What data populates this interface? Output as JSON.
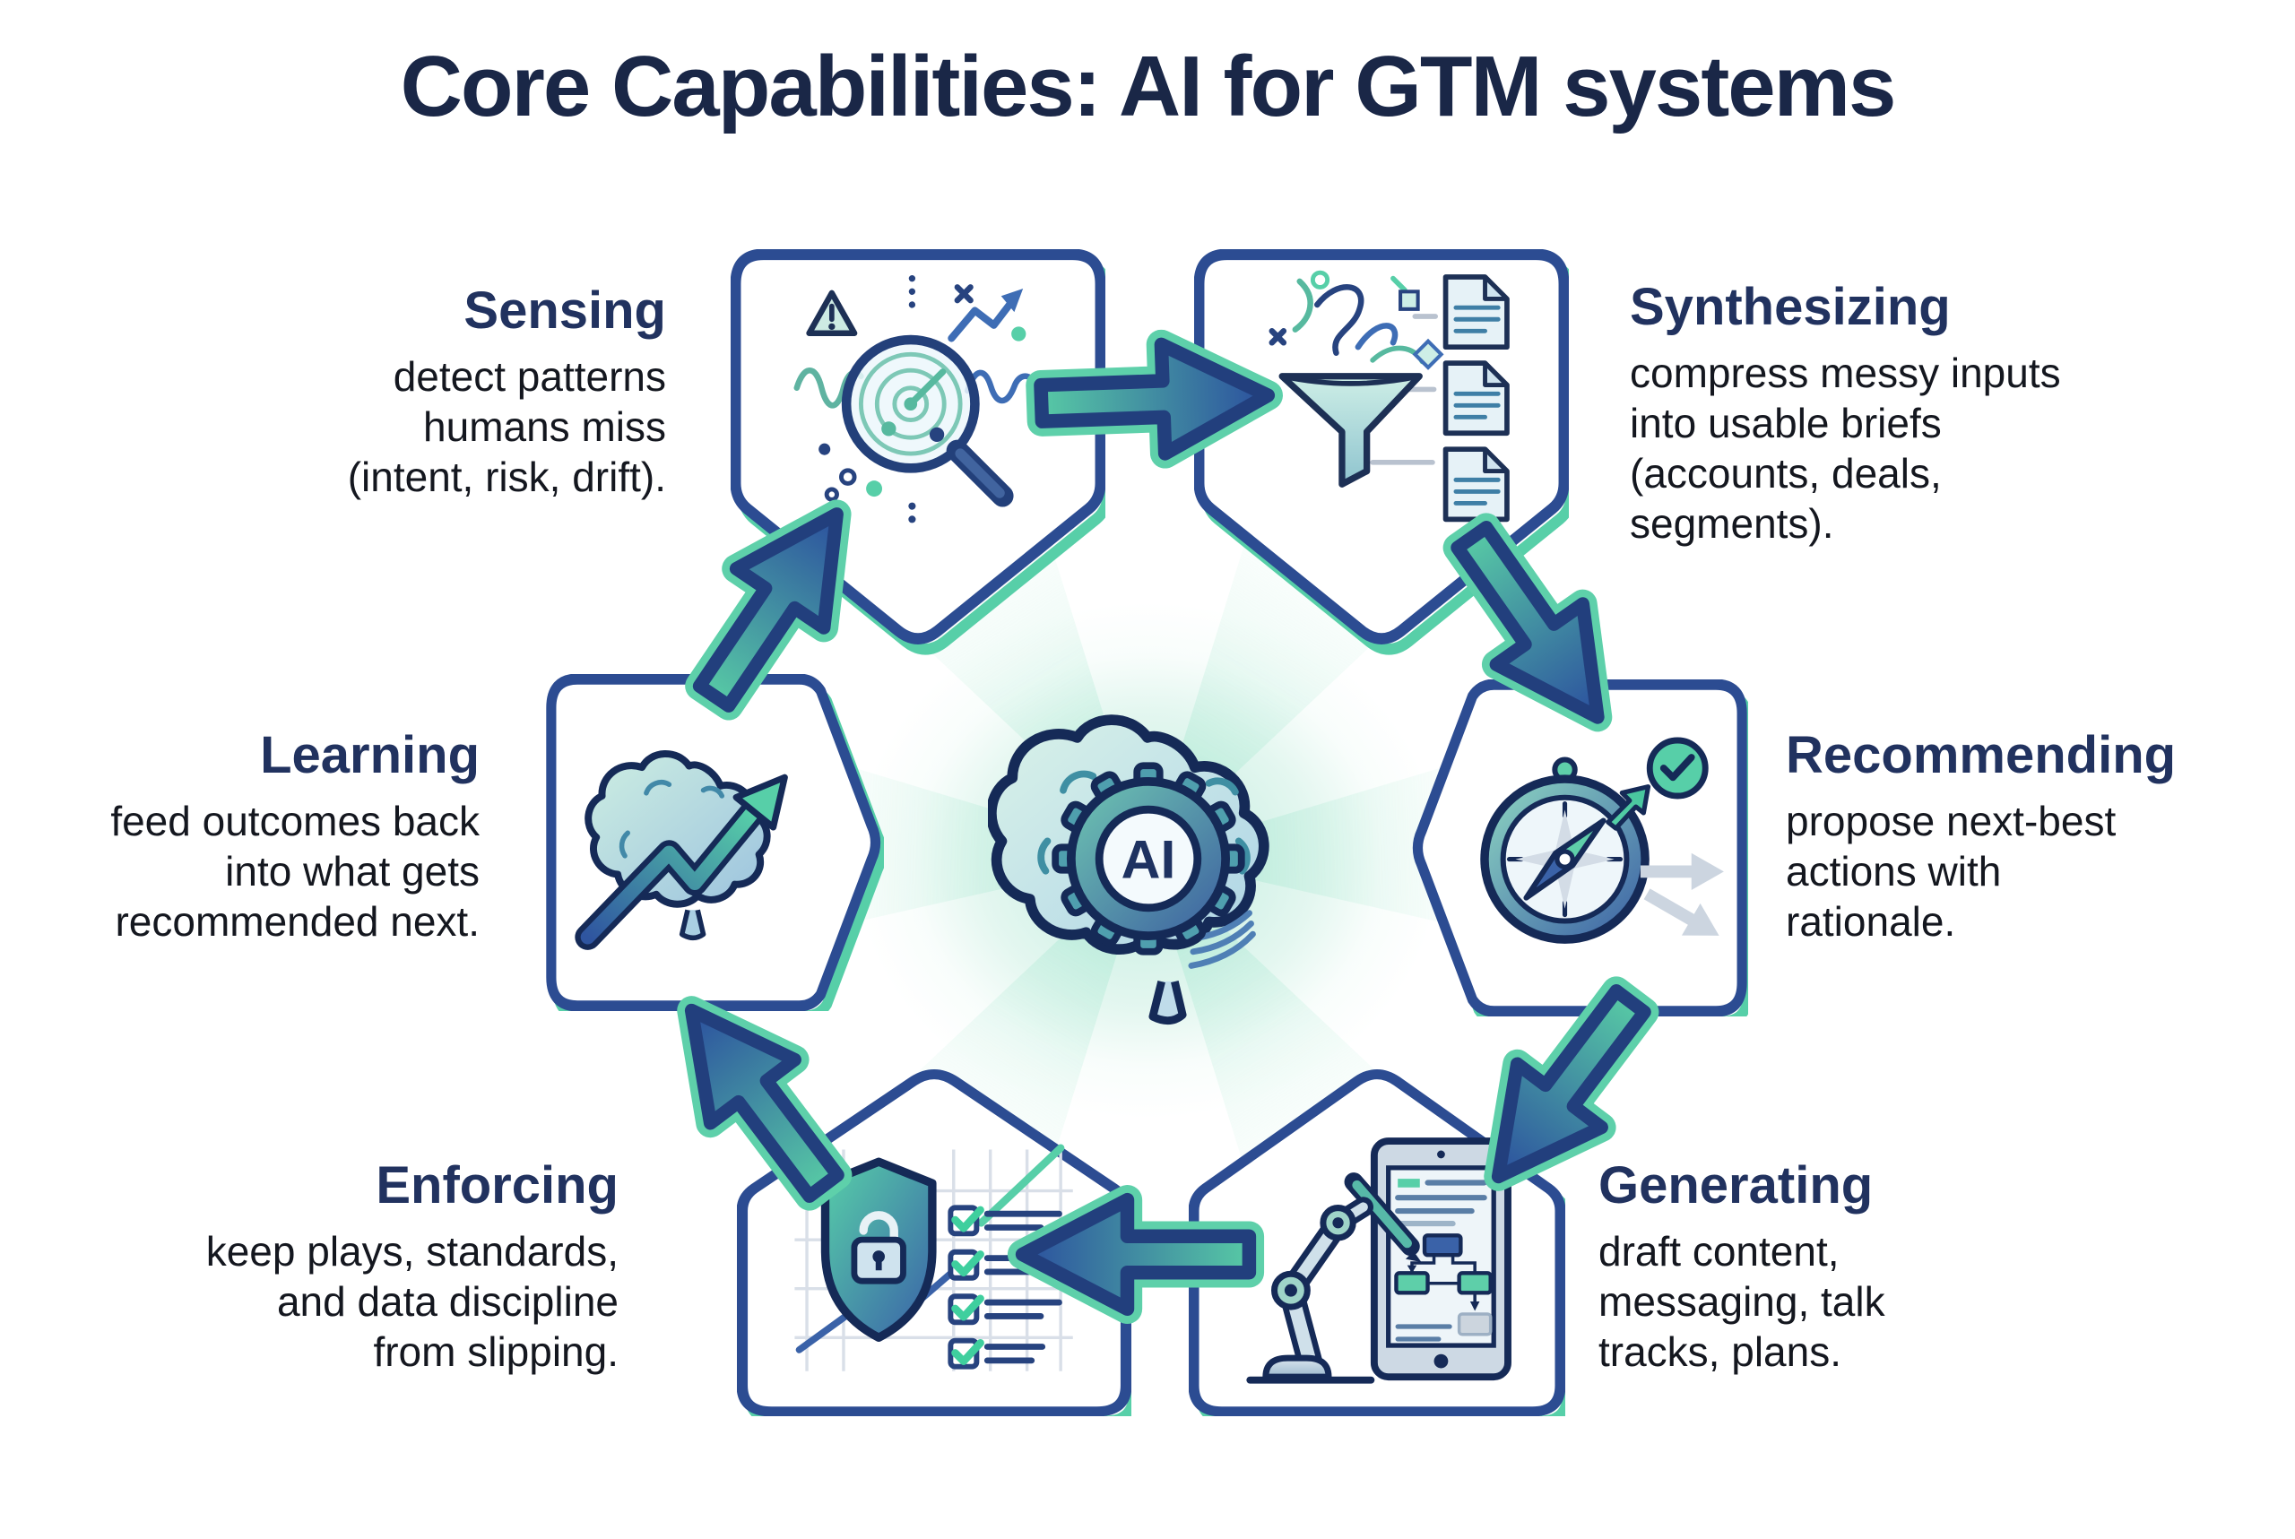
{
  "title": "Core Capabilities: AI for GTM systems",
  "center": {
    "label": "AI",
    "icon": "ai-brain-gear-icon"
  },
  "capabilities": [
    {
      "id": "sensing",
      "label": "Sensing",
      "description": "detect patterns\nhumans miss\n(intent, risk, drift).",
      "icon": "magnifier-radar-icon"
    },
    {
      "id": "synthesizing",
      "label": "Synthesizing",
      "description": "compress messy inputs\ninto usable briefs\n(accounts, deals,\nsegments).",
      "icon": "funnel-documents-icon"
    },
    {
      "id": "recommending",
      "label": "Recommending",
      "description": "propose next-best\nactions with\nrationale.",
      "icon": "compass-arrows-icon"
    },
    {
      "id": "generating",
      "label": "Generating",
      "description": "draft content,\nmessaging, talk\ntracks, plans.",
      "icon": "robot-arm-tablet-icon"
    },
    {
      "id": "enforcing",
      "label": "Enforcing",
      "description": "keep plays, standards,\nand data discipline\nfrom slipping.",
      "icon": "shield-lock-checklist-icon"
    },
    {
      "id": "learning",
      "label": "Learning",
      "description": "feed outcomes back\ninto what gets\nrecommended next.",
      "icon": "brain-trend-arrow-icon"
    }
  ],
  "flow": {
    "direction": "clockwise",
    "arrows": [
      {
        "from": "sensing",
        "to": "synthesizing"
      },
      {
        "from": "synthesizing",
        "to": "recommending"
      },
      {
        "from": "recommending",
        "to": "generating"
      },
      {
        "from": "generating",
        "to": "enforcing"
      },
      {
        "from": "enforcing",
        "to": "learning"
      },
      {
        "from": "learning",
        "to": "sensing"
      }
    ]
  },
  "colors": {
    "title_navy": "#1a2747",
    "heading_navy": "#21325f",
    "body_ink": "#14171f",
    "node_border_navy": "#2c4c92",
    "teal": "#57cfa8",
    "mint_glow": "#cdeee3",
    "arrow_blue": "#2c4f9b",
    "steel_blue": "#3e6db5",
    "light_blue": "#cfe3ee",
    "gray": "#ccd5e0"
  }
}
